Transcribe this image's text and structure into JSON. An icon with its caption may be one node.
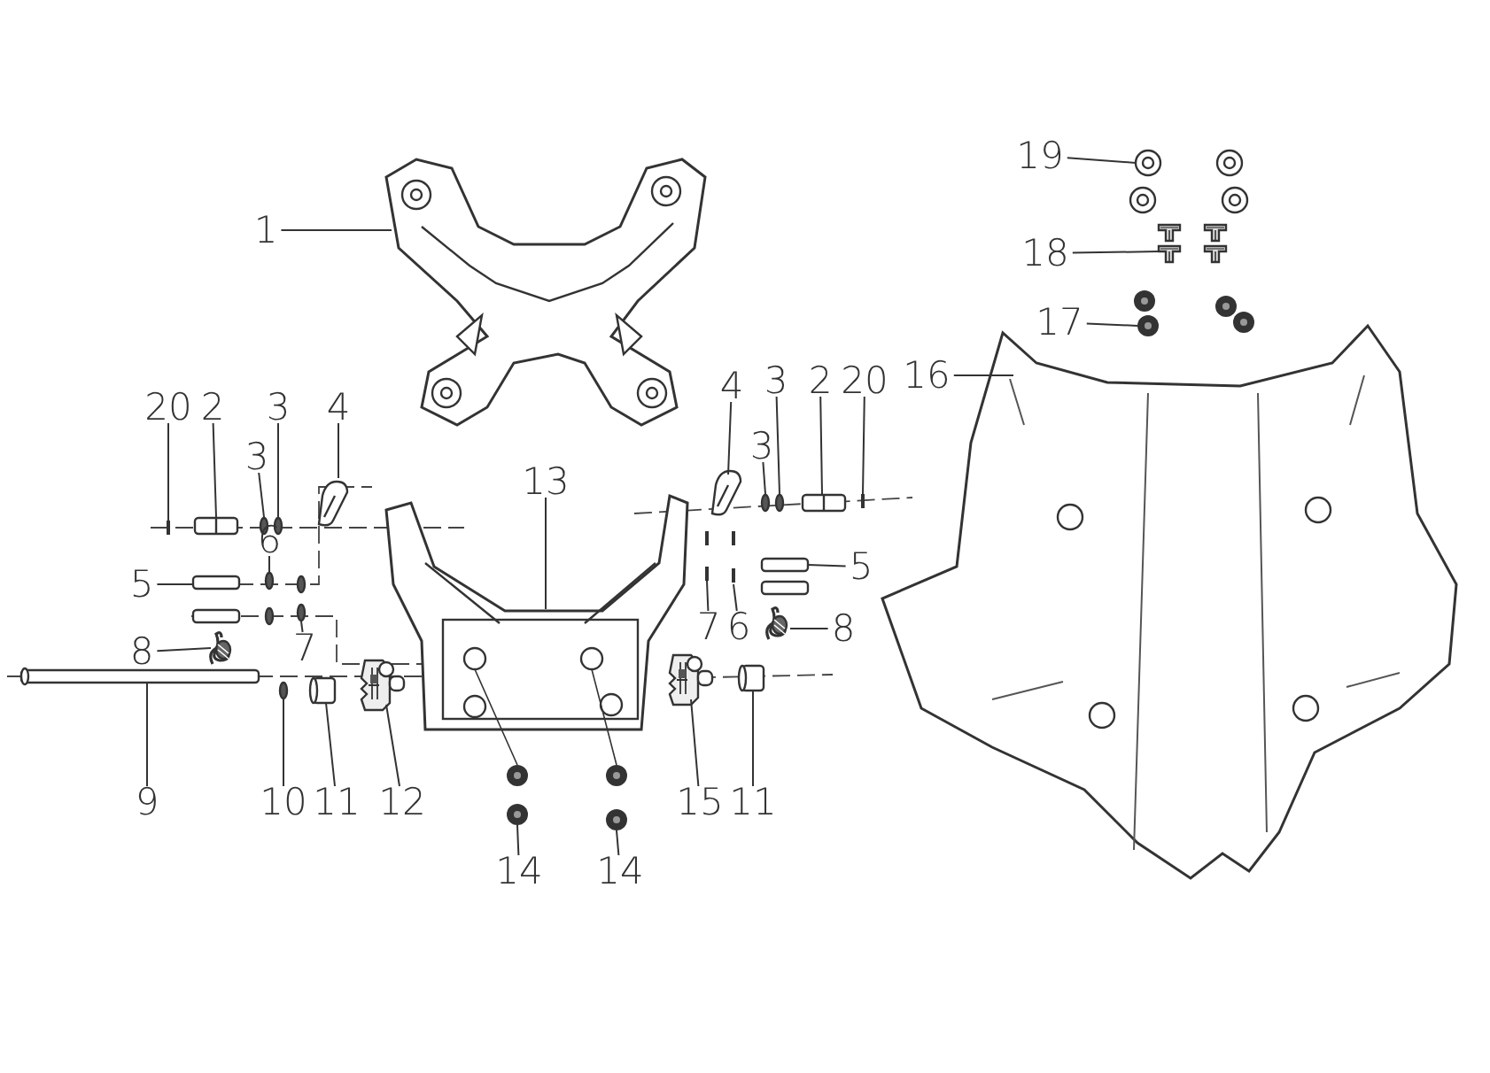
{
  "diagram": {
    "nodes": [
      {
        "text": [
          "1"
        ]
      },
      {
        "text": [],
        "shape": "picture"
      },
      {
        "text": [
          "19"
        ]
      },
      {
        "text": [],
        "shape": "circle"
      },
      {
        "text": [
          "18"
        ]
      },
      {
        "text": [],
        "shape": "picture"
      },
      {
        "text": [
          "17"
        ]
      },
      {
        "text": [],
        "shape": "circle"
      },
      {
        "text": [
          "16"
        ]
      },
      {
        "text": [],
        "shape": "picture"
      },
      {
        "text": [
          "20"
        ]
      },
      {
        "text": [],
        "shape": "bar"
      },
      {
        "text": [
          "2"
        ]
      },
      {
        "text": [],
        "shape": "cylinder"
      },
      {
        "text": [
          "3"
        ]
      },
      {
        "text": [],
        "shape": "circle"
      },
      {
        "text": [
          "4"
        ]
      },
      {
        "text": [],
        "shape": "picture"
      },
      {
        "text": [
          "4"
        ]
      },
      {
        "text": [],
        "shape": "picture"
      },
      {
        "text": [
          "3"
        ]
      },
      {
        "text": [],
        "shape": "circle"
      },
      {
        "text": [
          "2"
        ]
      },
      {
        "text": [],
        "shape": "cylinder"
      },
      {
        "text": [
          "20"
        ]
      },
      {
        "text": [],
        "shape": "bar"
      },
      {
        "text": [
          "3"
        ]
      },
      {
        "text": [],
        "shape": "circle"
      },
      {
        "text": [
          "3"
        ]
      },
      {
        "text": [],
        "shape": "circle"
      },
      {
        "text": [
          "13"
        ]
      },
      {
        "text": [],
        "shape": "picture"
      },
      {
        "text": [
          "6"
        ]
      },
      {
        "text": [],
        "shape": "circle"
      },
      {
        "text": [
          "5"
        ]
      },
      {
        "text": [],
        "shape": "cylinder"
      },
      {
        "text": [
          "5"
        ]
      },
      {
        "text": [],
        "shape": "cylinder"
      },
      {
        "text": [
          "8"
        ]
      },
      {
        "text": [],
        "shape": "picture"
      },
      {
        "text": [
          "7"
        ]
      },
      {
        "text": [],
        "shape": "circle"
      },
      {
        "text": [
          "7"
        ]
      },
      {
        "text": [],
        "shape": "bar"
      },
      {
        "text": [
          "6"
        ]
      },
      {
        "text": [],
        "shape": "bar"
      },
      {
        "text": [
          "8"
        ]
      },
      {
        "text": [],
        "shape": "picture"
      },
      {
        "text": [
          "9"
        ]
      },
      {
        "text": [],
        "shape": "cylinder"
      },
      {
        "text": [
          "10"
        ]
      },
      {
        "text": [],
        "shape": "circle"
      },
      {
        "text": [
          "11"
        ]
      },
      {
        "text": [],
        "shape": "cylinder"
      },
      {
        "text": [
          "12"
        ]
      },
      {
        "text": [],
        "shape": "picture"
      },
      {
        "text": [
          "15"
        ]
      },
      {
        "text": [],
        "shape": "picture"
      },
      {
        "text": [
          "11"
        ]
      },
      {
        "text": [],
        "shape": "cylinder"
      },
      {
        "text": [
          "14"
        ]
      },
      {
        "text": [],
        "shape": "circle"
      },
      {
        "text": [
          "14"
        ]
      },
      {
        "text": [],
        "shape": "circle"
      }
    ],
    "edges": [
      {
        "from": 0,
        "to": 1,
        "arrow": "none"
      },
      {
        "from": 2,
        "to": 3,
        "arrow": "none"
      },
      {
        "from": 4,
        "to": 5,
        "arrow": "none"
      },
      {
        "from": 6,
        "to": 7,
        "arrow": "none"
      },
      {
        "from": 8,
        "to": 9,
        "arrow": "none"
      },
      {
        "from": 10,
        "to": 11,
        "arrow": "none"
      },
      {
        "from": 12,
        "to": 13,
        "arrow": "none"
      },
      {
        "from": 14,
        "to": 15,
        "arrow": "none"
      },
      {
        "from": 16,
        "to": 17,
        "arrow": "none"
      },
      {
        "from": 18,
        "to": 19,
        "arrow": "none"
      },
      {
        "from": 20,
        "to": 21,
        "arrow": "none"
      },
      {
        "from": 22,
        "to": 23,
        "arrow": "none"
      },
      {
        "from": 24,
        "to": 25,
        "arrow": "none"
      },
      {
        "from": 26,
        "to": 27,
        "arrow": "none"
      },
      {
        "from": 28,
        "to": 29,
        "arrow": "none"
      },
      {
        "from": 30,
        "to": 31,
        "arrow": "none"
      },
      {
        "from": 32,
        "to": 33,
        "arrow": "none"
      },
      {
        "from": 34,
        "to": 35,
        "arrow": "none"
      },
      {
        "from": 36,
        "to": 37,
        "arrow": "none"
      },
      {
        "from": 38,
        "to": 39,
        "arrow": "none"
      },
      {
        "from": 40,
        "to": 41,
        "arrow": "none"
      },
      {
        "from": 42,
        "to": 43,
        "arrow": "none"
      },
      {
        "from": 44,
        "to": 45,
        "arrow": "none"
      },
      {
        "from": 46,
        "to": 47,
        "arrow": "none"
      },
      {
        "from": 48,
        "to": 49,
        "arrow": "none"
      },
      {
        "from": 50,
        "to": 51,
        "arrow": "none"
      },
      {
        "from": 52,
        "to": 53,
        "arrow": "none"
      },
      {
        "from": 54,
        "to": 55,
        "arrow": "none"
      },
      {
        "from": 56,
        "to": 57,
        "arrow": "none"
      },
      {
        "from": 58,
        "to": 59,
        "arrow": "none"
      },
      {
        "from": 60,
        "to": 61,
        "arrow": "none"
      },
      {
        "from": 62,
        "to": 63,
        "arrow": "none"
      }
    ]
  }
}
